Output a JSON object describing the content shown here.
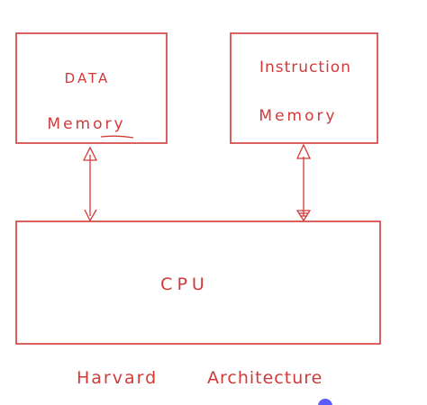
{
  "diagram": {
    "colors": {
      "ink": "#d23a3a",
      "accent_dot": "#5b5bff",
      "background": "#ffffff"
    },
    "boxes": {
      "data_memory": {
        "line1": "DATA",
        "line2": "Memory"
      },
      "instruction_memory": {
        "line1": "Instruction",
        "line2": "Memory"
      },
      "cpu": {
        "label": "CPU"
      }
    },
    "caption": {
      "word1": "Harvard",
      "word2": "Architecture"
    },
    "connections": [
      {
        "from": "data-memory",
        "to": "cpu",
        "direction": "bidirectional"
      },
      {
        "from": "instruction-memory",
        "to": "cpu",
        "direction": "bidirectional"
      }
    ]
  }
}
